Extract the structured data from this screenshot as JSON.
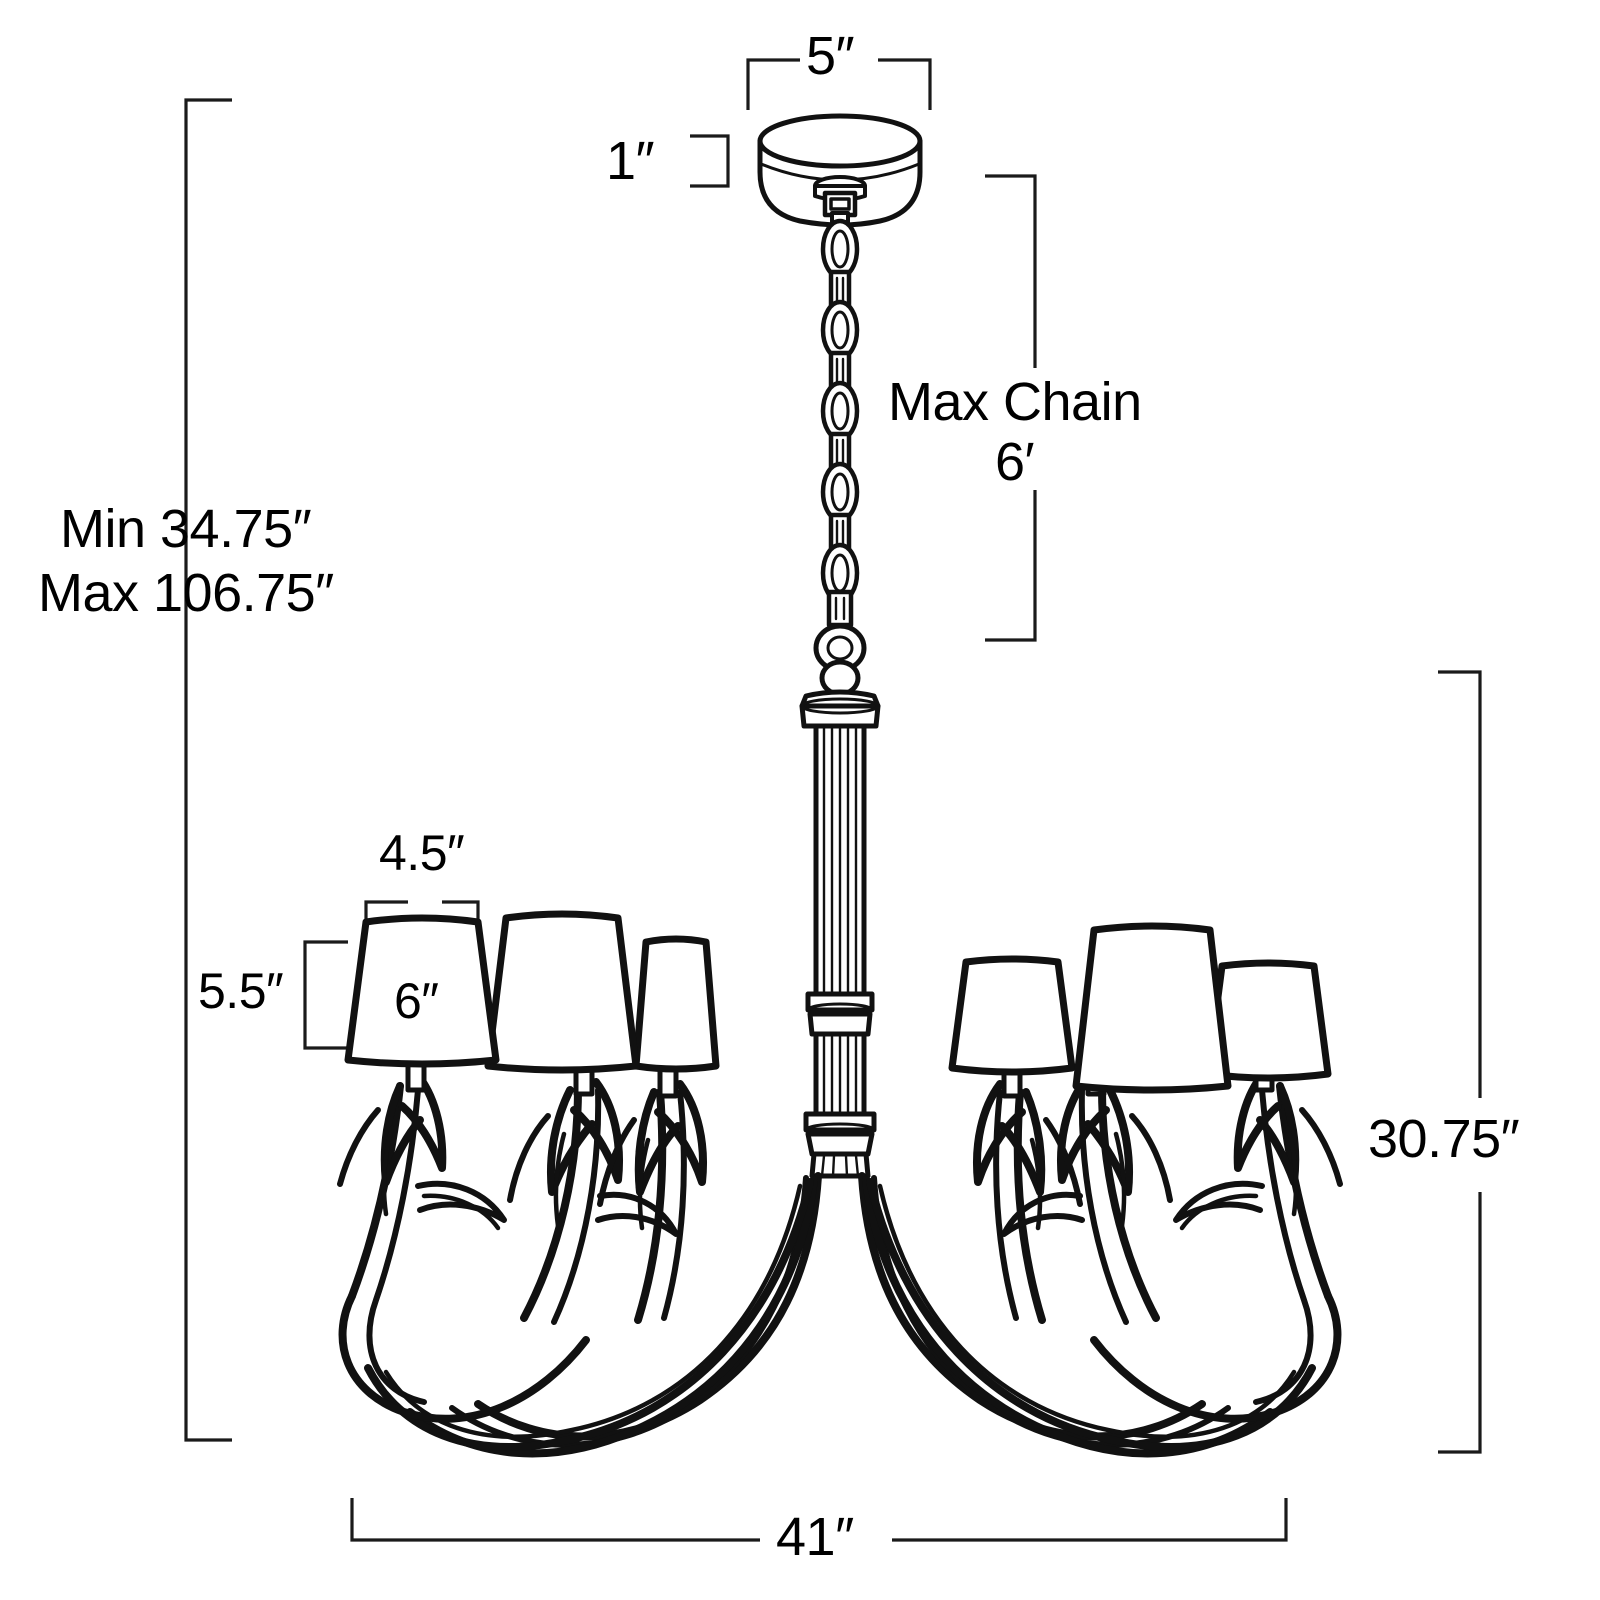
{
  "drawing": {
    "title": "Chandelier dimensioned line drawing",
    "line_color": "#111111",
    "background_color": "#ffffff"
  },
  "dimensions": {
    "canopy_width": "5″",
    "canopy_height": "1″",
    "max_chain_title": "Max Chain",
    "max_chain_value": "6′",
    "overall_height_min": "Min 34.75″",
    "overall_height_max": "Max 106.75″",
    "shade_top_diameter": "4.5″",
    "shade_height": "5.5″",
    "shade_bottom_diameter": "6″",
    "body_height": "30.75″",
    "overall_width": "41″"
  },
  "fixture": {
    "type": "chandelier",
    "shade_count": 6,
    "shade_shape": "tapered-drum",
    "arm_style": "scrolled-leaf",
    "column_style": "fluted",
    "chain_link_count": 9
  }
}
